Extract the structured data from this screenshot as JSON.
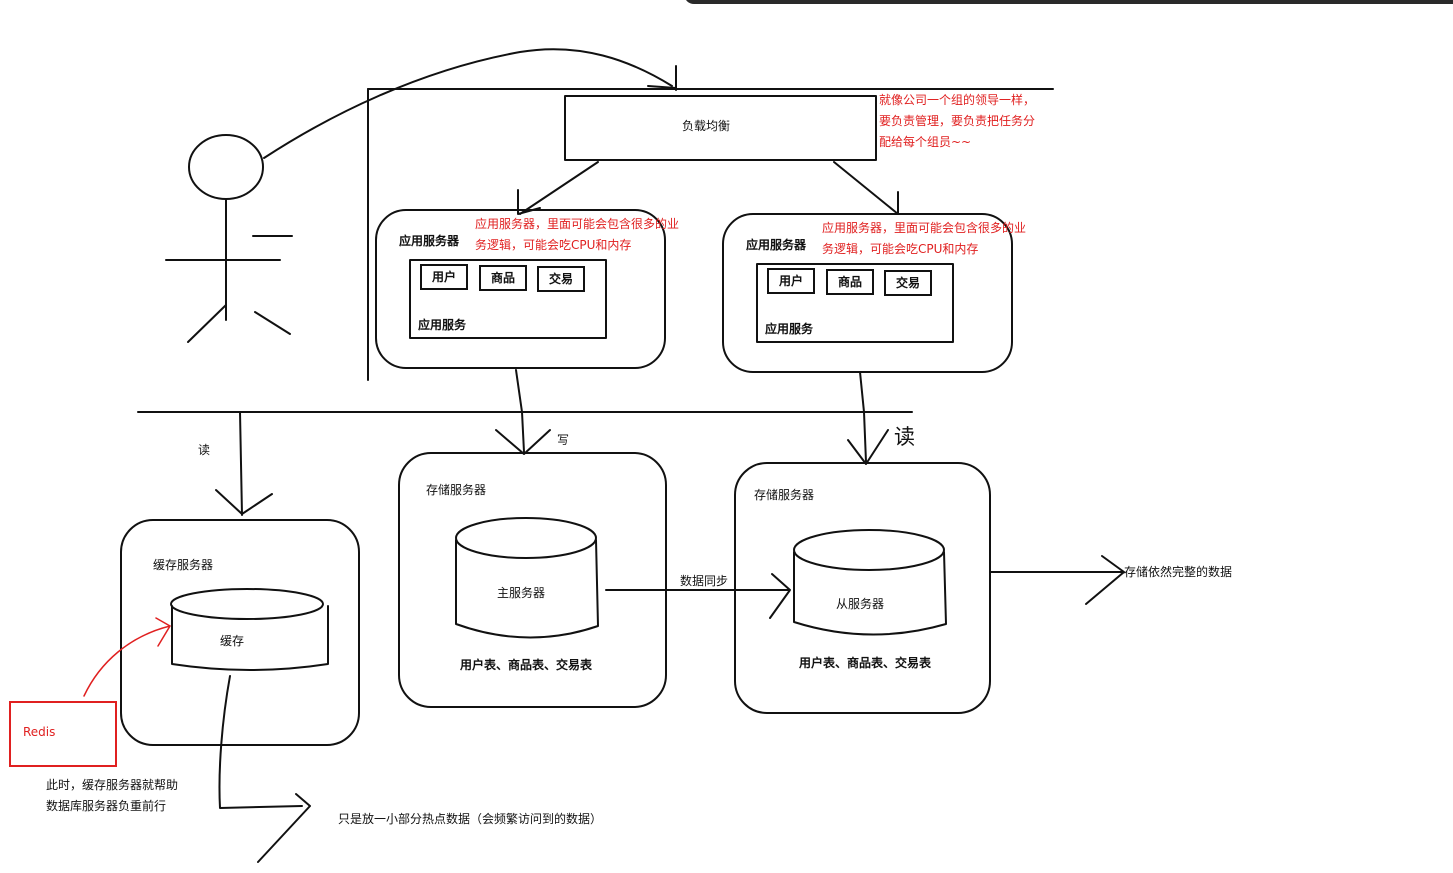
{
  "load_balancer": {
    "label": "负载均衡",
    "note": [
      "就像公司一个组的领导一样，",
      "要负责管理，要负责把任务分",
      "配给每个组员~~"
    ]
  },
  "app_servers": [
    {
      "title": "应用服务器",
      "note": [
        "应用服务器，里面可能会包含很多的业",
        "务逻辑，可能会吃CPU和内存"
      ],
      "modules": [
        "用户",
        "商品",
        "交易"
      ],
      "inner_label": "应用服务"
    },
    {
      "title": "应用服务器",
      "note": [
        "应用服务器，里面可能会包含很多的业",
        "务逻辑，可能会吃CPU和内存"
      ],
      "modules": [
        "用户",
        "商品",
        "交易"
      ],
      "inner_label": "应用服务"
    }
  ],
  "cache_server": {
    "title": "缓存服务器",
    "db_label": "缓存",
    "read_label": "读",
    "redis_label": "Redis",
    "note": [
      "此时，缓存服务器就帮助",
      "数据库服务器负重前行"
    ],
    "hotdata_note": "只是放一小部分热点数据（会频繁访问到的数据）"
  },
  "master_storage": {
    "title": "存储服务器",
    "db_label": "主服务器",
    "tables": "用户表、商品表、交易表",
    "write_label": "写"
  },
  "slave_storage": {
    "title": "存储服务器",
    "db_label": "从服务器",
    "tables": "用户表、商品表、交易表",
    "read_label": "读",
    "side_note": "存储依然完整的数据"
  },
  "sync_label": "数据同步",
  "colors": {
    "annotation": "#e02020",
    "ink": "#111111"
  }
}
